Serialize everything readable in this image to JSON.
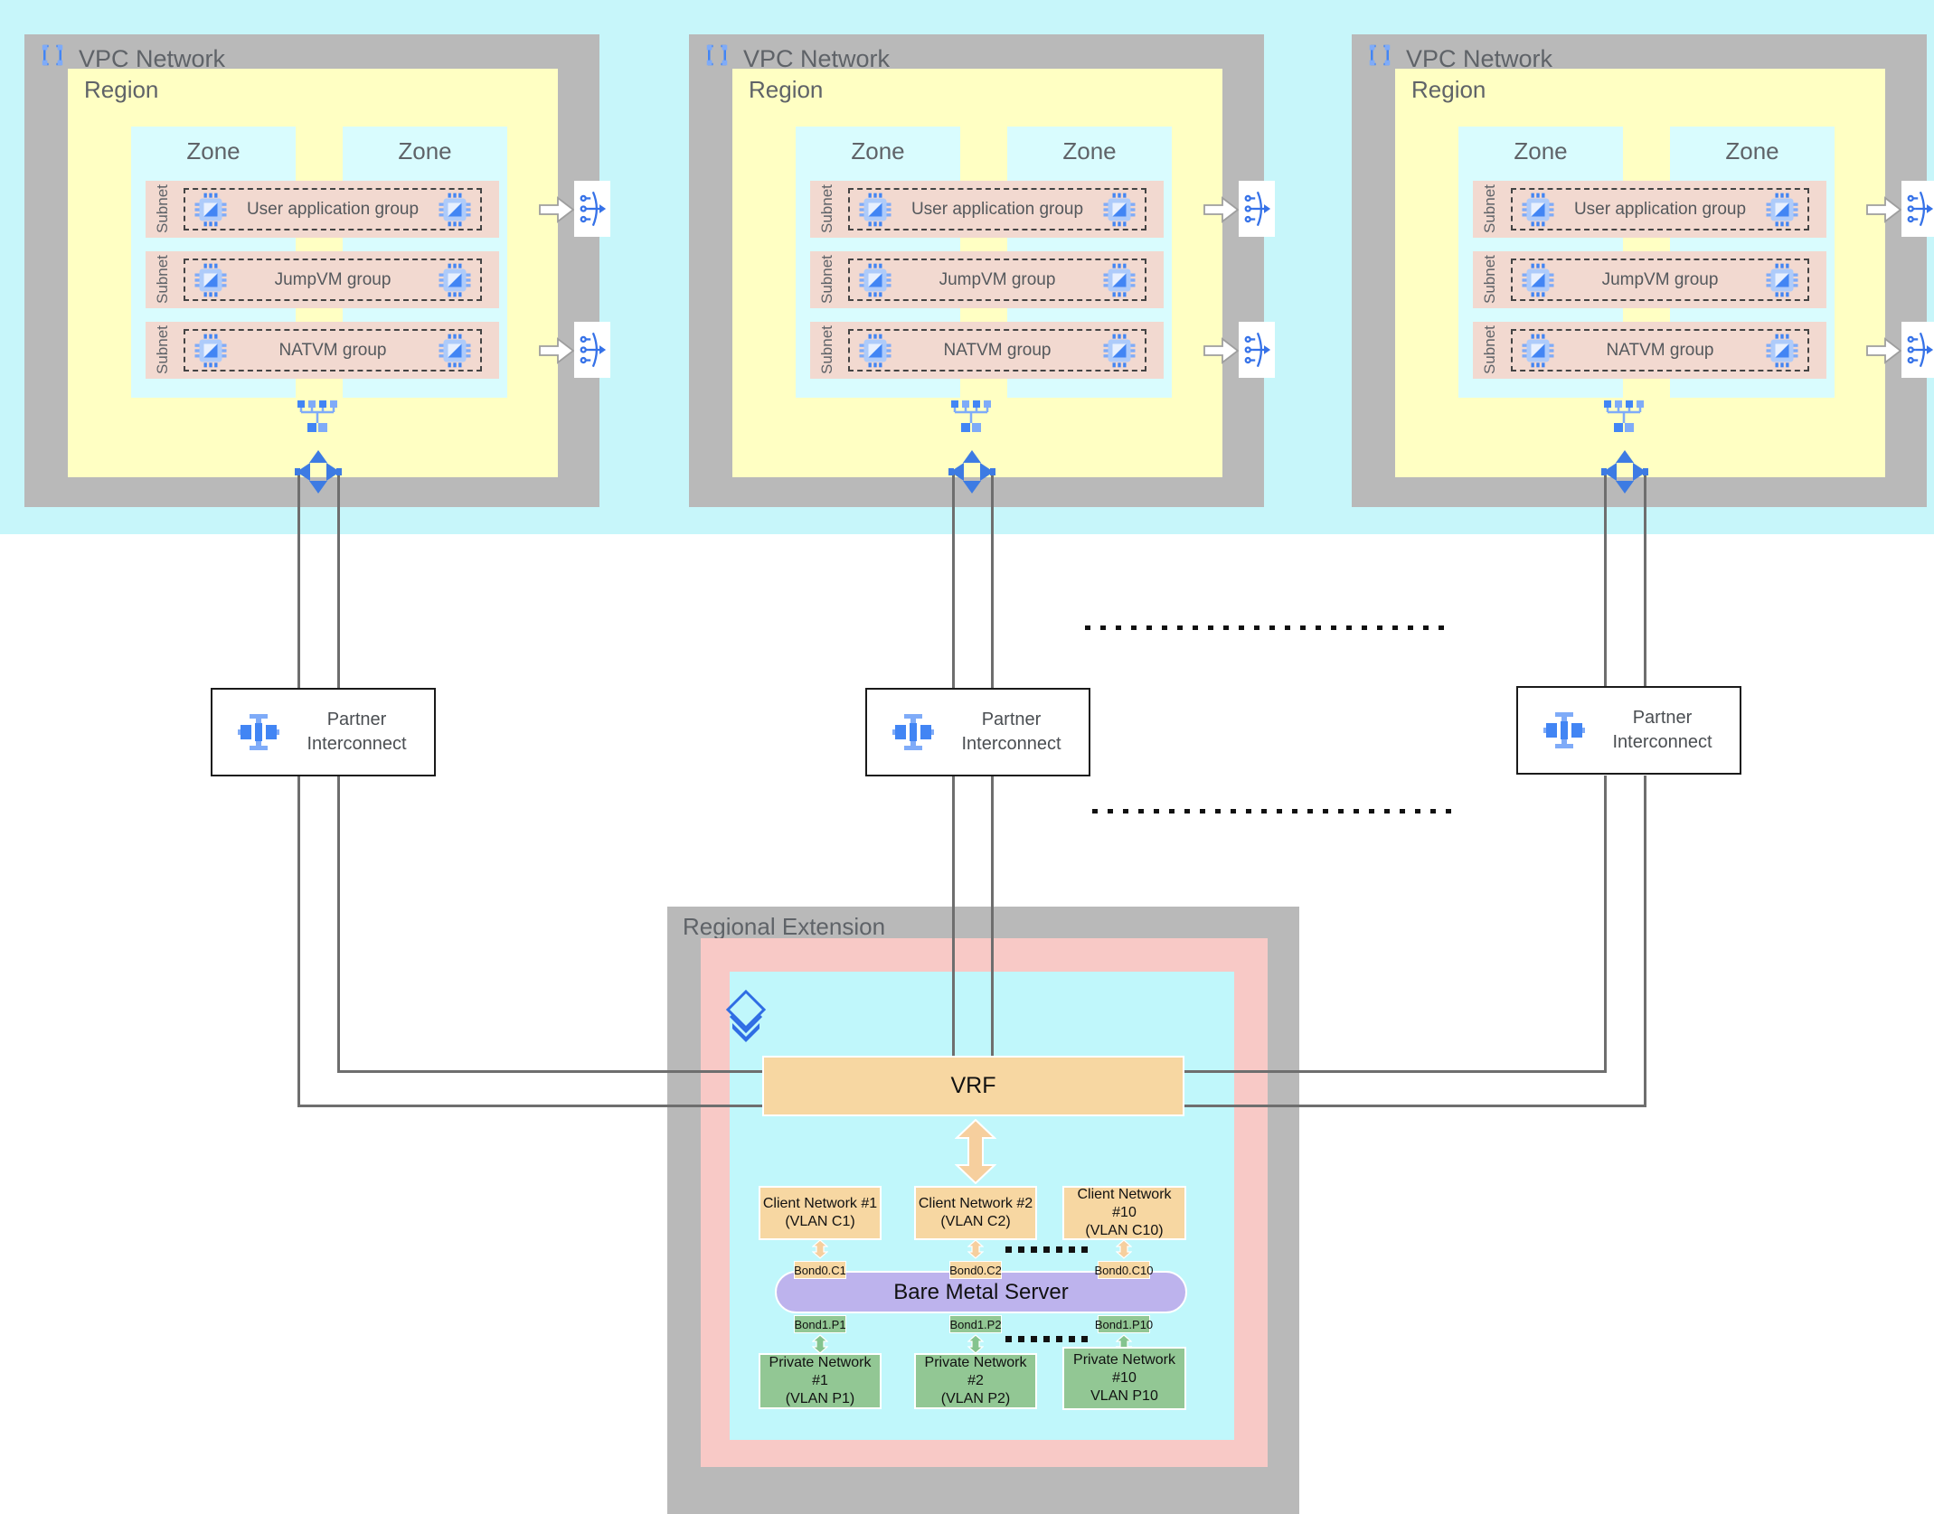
{
  "colors": {
    "band_cyan": "#c7f6fa",
    "zone_cyan": "#d9fcfe",
    "extension_cyan": "#c0f7fb",
    "box_gray": "#b9b9b9",
    "region_yellow": "#ffffc3",
    "subnet_pink": "#f2d9d0",
    "extension_pink": "#f8c9c6",
    "tan_orange": "#f7d7a2",
    "network_green": "#92c794",
    "server_lavender": "#bdb3ed",
    "line_gray": "#6e6e6e",
    "icon_blue": "#4285f4",
    "icon_blue_light": "#7fabf8",
    "label_gray": "#5f6368"
  },
  "vpc": {
    "title": "VPC Network",
    "region_label": "Region",
    "zone_label": "Zone",
    "subnet_label": "Subnet",
    "rows": [
      {
        "label": "User application group"
      },
      {
        "label": "JumpVM group"
      },
      {
        "label": "NATVM group"
      }
    ]
  },
  "partner_interconnect": {
    "label": "Partner\nInterconnect"
  },
  "regional_extension": {
    "title": "Regional Extension",
    "vrf_label": "VRF",
    "bare_metal_label": "Bare Metal Server",
    "client_networks": [
      "Client Network #1\n(VLAN C1)",
      "Client Network #2\n(VLAN C2)",
      "Client Network #10\n(VLAN C10)"
    ],
    "bond_client": [
      "Bond0.C1",
      "Bond0.C2",
      "Bond0.C10"
    ],
    "bond_private": [
      "Bond1.P1",
      "Bond1.P2",
      "Bond1.P10"
    ],
    "private_networks": [
      "Private Network #1\n(VLAN P1)",
      "Private Network #2\n(VLAN P2)",
      "Private Network\n#10\nVLAN P10"
    ]
  }
}
